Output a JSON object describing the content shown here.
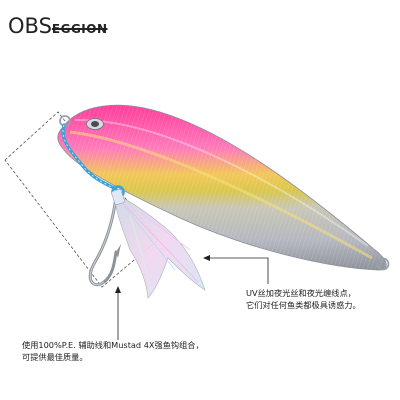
{
  "logo": {
    "part1": "OBS",
    "part2": "EGGION"
  },
  "captions": {
    "right": [
      "UV丝加夜光丝和夜光缠线点，",
      "它们对任何鱼类都极具诱惑力。"
    ],
    "left": [
      "使用100%P.E. 辅助线和Mustad 4X强鱼钩组合，",
      "可提供最佳质量。"
    ]
  },
  "colors": {
    "pink": "#ff5aa8",
    "gold": "#d8c24a",
    "silver": "#b9bcc4",
    "line": "#3aa3d8"
  }
}
